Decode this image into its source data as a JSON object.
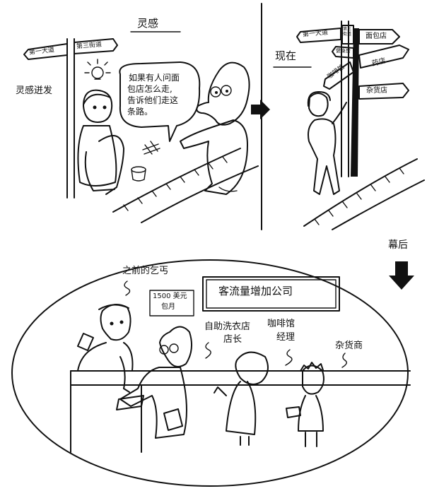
{
  "panel1": {
    "caption": "灵感",
    "side_label": "灵感迸发",
    "signs": {
      "left": "第一大道",
      "right": "第三街道"
    },
    "speech": [
      "如果有人问面",
      "包店怎么走,",
      "告诉他们走这",
      "条路。"
    ]
  },
  "panel2": {
    "caption": "现在",
    "signs": [
      "第一大道",
      "第三街道",
      "面包店",
      "健身房",
      "咖啡馆",
      "药店",
      "杂货店"
    ]
  },
  "panel3": {
    "caption": "幕后",
    "banner": "客流量增加公司",
    "sign_small": [
      "1500 美元",
      "包月"
    ],
    "labels": {
      "former_beggar": "之前的乞丐",
      "laundry": [
        "自助洗衣店",
        "店长"
      ],
      "cafe": [
        "咖啡馆",
        "经理"
      ],
      "grocer": "杂货商"
    }
  }
}
